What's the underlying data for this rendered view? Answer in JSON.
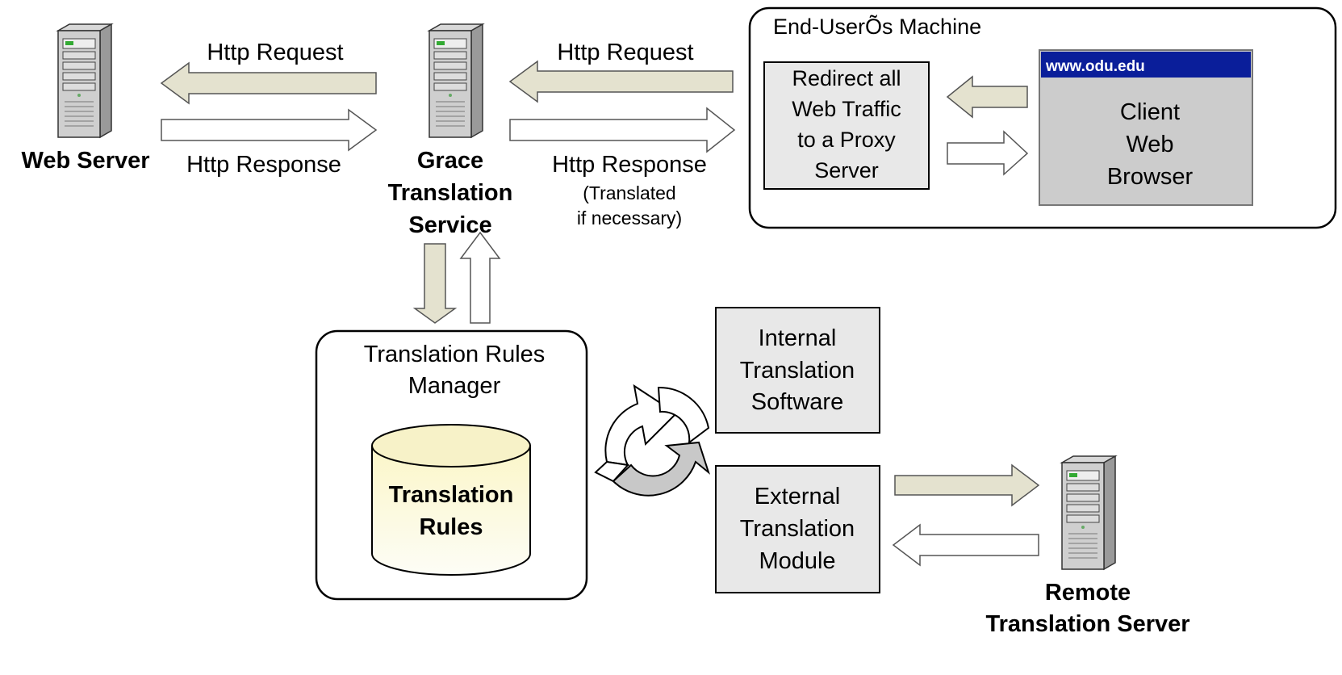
{
  "web_server": {
    "label": "Web Server"
  },
  "left_request": "Http Request",
  "left_response": "Http Response",
  "grace": {
    "lines": [
      "Grace",
      "Translation",
      "Service"
    ]
  },
  "right_request": "Http Request",
  "right_response": "Http Response",
  "right_response_note": [
    "(Translated",
    "if necessary)"
  ],
  "end_user": {
    "title": "End-UserÕs Machine",
    "proxy_lines": [
      "Redirect all",
      "Web Traffic",
      "to a Proxy",
      "Server"
    ],
    "browser_url": "www.odu.edu",
    "browser_lines": [
      "Client",
      "Web",
      "Browser"
    ]
  },
  "rules_manager": {
    "title_lines": [
      "Translation Rules",
      "Manager"
    ],
    "db_lines": [
      "Translation",
      "Rules"
    ]
  },
  "internal": {
    "lines": [
      "Internal",
      "Translation",
      "Software"
    ]
  },
  "external": {
    "lines": [
      "External",
      "Translation",
      "Module"
    ]
  },
  "remote": {
    "lines": [
      "Remote",
      "Translation Server"
    ]
  },
  "colors": {
    "beige_arrow": "#e4e2cf",
    "gray_box": "#e8e8e8",
    "browser_bar": "#0a1e9a",
    "db_fill": "#f7f2c8"
  }
}
